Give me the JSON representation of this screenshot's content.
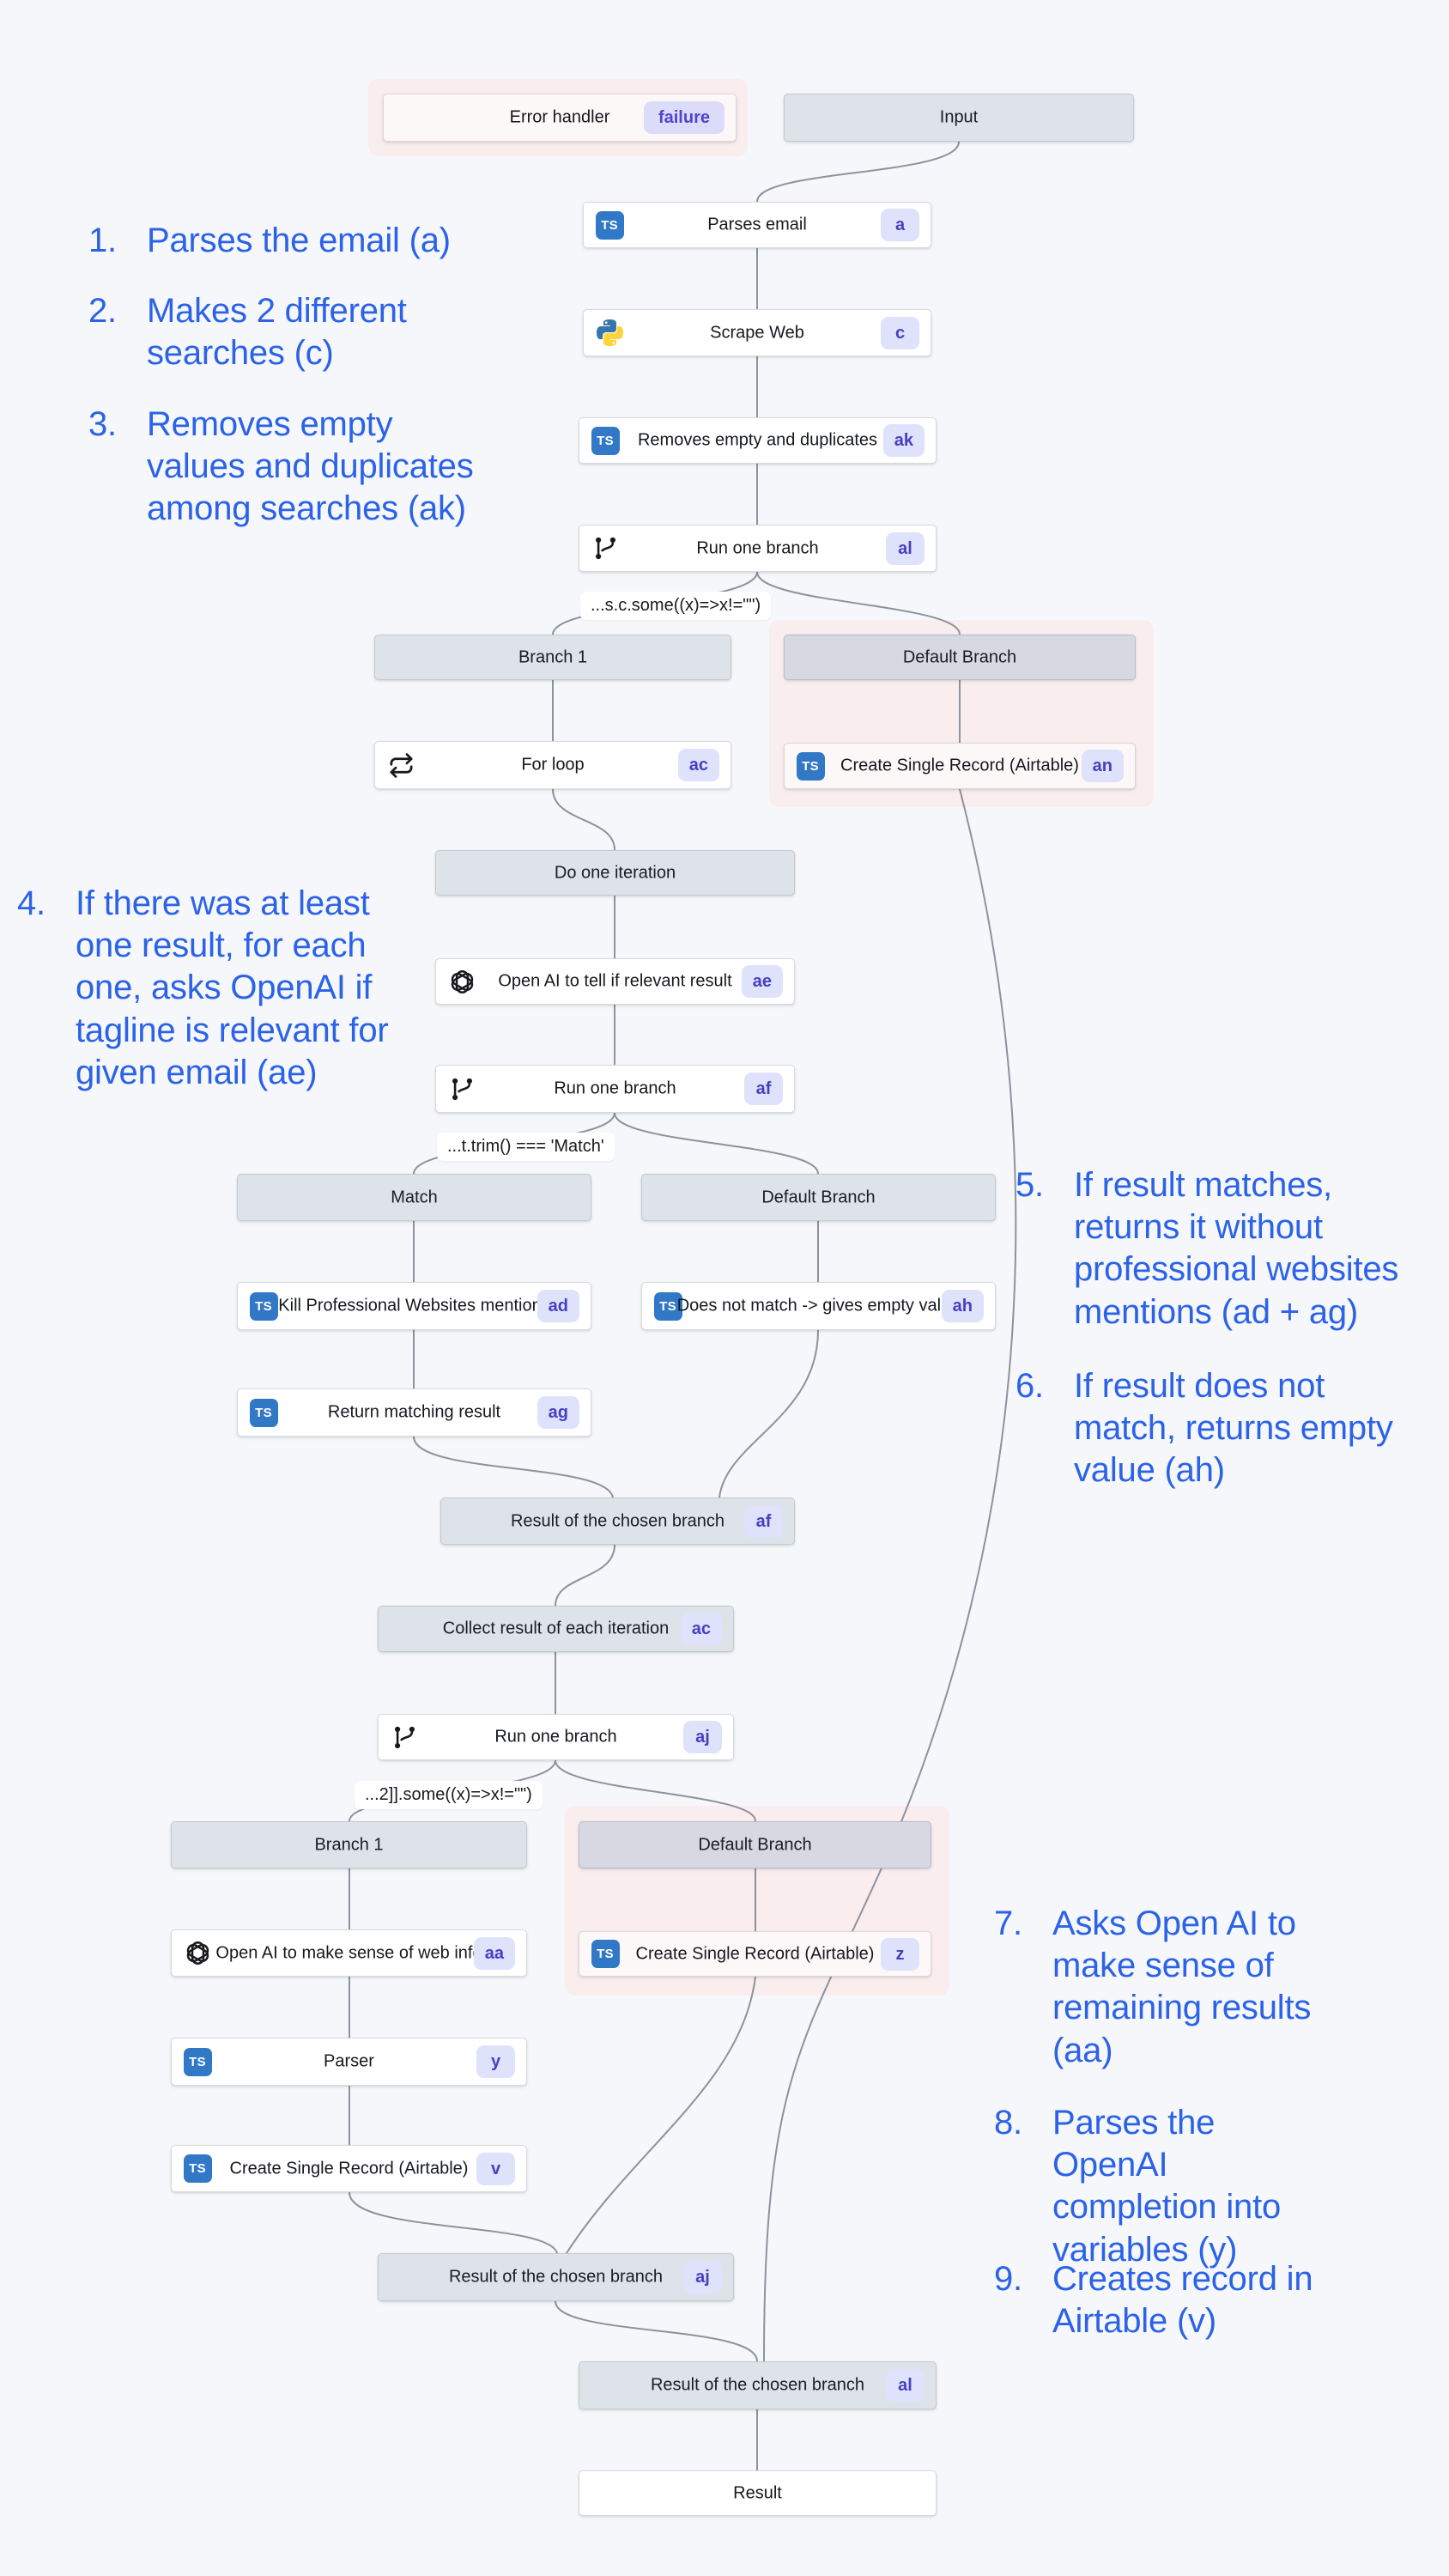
{
  "palette": {
    "background": "#f5f7fa",
    "annotation_blue": "#2b62e8",
    "pink_zone": "#f9edee",
    "header_fill": "#dde3e9",
    "header_fill_default": "#d6d8e2",
    "node_fill": "#ffffff",
    "node_fill_rose": "#fdf8f8",
    "badge_bg": "#dfe2fb",
    "badge_text": "#4540c2",
    "typescript_blue": "#3178c6",
    "edge_gray": "#8d929c"
  },
  "zones": [
    {
      "id": "error-zone"
    },
    {
      "id": "default-branch-zone-top"
    },
    {
      "id": "default-branch-zone-bottom"
    }
  ],
  "nodes": [
    {
      "id": "error-handler",
      "kind": "error",
      "label": "Error handler",
      "badge": "failure",
      "badge_style": "failure"
    },
    {
      "id": "input",
      "kind": "branch-header",
      "label": "Input"
    },
    {
      "id": "parses-email",
      "kind": "step",
      "label": "Parses email",
      "badge": "a",
      "icon": "typescript-icon"
    },
    {
      "id": "scrape-web",
      "kind": "step",
      "label": "Scrape Web",
      "badge": "c",
      "icon": "python-icon"
    },
    {
      "id": "removes-empty",
      "kind": "step",
      "label": "Removes empty and duplicates",
      "badge": "ak",
      "icon": "typescript-icon"
    },
    {
      "id": "run-one-branch-al",
      "kind": "step",
      "label": "Run one branch",
      "badge": "al",
      "icon": "branch-icon"
    },
    {
      "id": "branch1-a",
      "kind": "branch-header",
      "label": "Branch 1"
    },
    {
      "id": "default-branch-a",
      "kind": "branch-header-default",
      "label": "Default Branch"
    },
    {
      "id": "for-loop",
      "kind": "step",
      "label": "For loop",
      "badge": "ac",
      "icon": "loop-icon"
    },
    {
      "id": "create-record-an",
      "kind": "step-rose",
      "label": "Create Single Record (Airtable)",
      "badge": "an",
      "icon": "typescript-icon"
    },
    {
      "id": "do-one-iteration",
      "kind": "branch-header",
      "label": "Do one iteration"
    },
    {
      "id": "openai-ae",
      "kind": "step",
      "label": "Open AI to tell if relevant result",
      "badge": "ae",
      "icon": "openai-icon"
    },
    {
      "id": "run-one-branch-af",
      "kind": "step",
      "label": "Run one branch",
      "badge": "af",
      "icon": "branch-icon"
    },
    {
      "id": "match-header",
      "kind": "branch-header",
      "label": "Match"
    },
    {
      "id": "default-branch-b",
      "kind": "branch-header",
      "label": "Default Branch"
    },
    {
      "id": "kill-professional",
      "kind": "step",
      "label": "Kill Professional Websites mentions",
      "badge": "ad",
      "icon": "typescript-icon"
    },
    {
      "id": "does-not-match",
      "kind": "step",
      "label": "Does not match -> gives empty value",
      "badge": "ah",
      "icon": "typescript-icon"
    },
    {
      "id": "return-matching",
      "kind": "step",
      "label": "Return matching result",
      "badge": "ag",
      "icon": "typescript-icon"
    },
    {
      "id": "result-chosen-af",
      "kind": "branch-header",
      "label": "Result of the chosen branch",
      "badge": "af"
    },
    {
      "id": "collect-result",
      "kind": "branch-header",
      "label": "Collect result of each iteration",
      "badge": "ac"
    },
    {
      "id": "run-one-branch-aj",
      "kind": "step",
      "label": "Run one branch",
      "badge": "aj",
      "icon": "branch-icon"
    },
    {
      "id": "branch1-b",
      "kind": "branch-header",
      "label": "Branch 1"
    },
    {
      "id": "default-branch-c",
      "kind": "branch-header-default",
      "label": "Default Branch"
    },
    {
      "id": "openai-aa",
      "kind": "step",
      "label": "Open AI to make sense of web info",
      "badge": "aa",
      "icon": "openai-icon"
    },
    {
      "id": "create-record-z",
      "kind": "step-rose",
      "label": "Create Single Record (Airtable)",
      "badge": "z",
      "icon": "typescript-icon"
    },
    {
      "id": "parser-y",
      "kind": "step",
      "label": "Parser",
      "badge": "y",
      "icon": "typescript-icon"
    },
    {
      "id": "create-record-v",
      "kind": "step",
      "label": "Create Single Record (Airtable)",
      "badge": "v",
      "icon": "typescript-icon"
    },
    {
      "id": "result-chosen-aj",
      "kind": "branch-header",
      "label": "Result of the chosen branch",
      "badge": "aj"
    },
    {
      "id": "result-chosen-al",
      "kind": "branch-header",
      "label": "Result of the chosen branch",
      "badge": "al"
    },
    {
      "id": "result",
      "kind": "step",
      "label": "Result"
    }
  ],
  "conditions": [
    {
      "id": "cond-1",
      "text": "...s.c.some((x)=>x!=\"\")"
    },
    {
      "id": "cond-2",
      "text": "...t.trim() === 'Match'"
    },
    {
      "id": "cond-3",
      "text": "...2]].some((x)=>x!=\"\")"
    }
  ],
  "annotations": [
    {
      "id": "note-1",
      "num": "1.",
      "text": "Parses the email (a)"
    },
    {
      "id": "note-2",
      "num": "2.",
      "text": "Makes 2 different searches (c)"
    },
    {
      "id": "note-3",
      "num": "3.",
      "text": "Removes empty values and duplicates among searches (ak)"
    },
    {
      "id": "note-4",
      "num": "4.",
      "text": "If there was at least one result, for each one, asks OpenAI if tagline is relevant for given email (ae)"
    },
    {
      "id": "note-5",
      "num": "5.",
      "text": "If result matches, returns it without professional websites mentions (ad + ag)"
    },
    {
      "id": "note-6",
      "num": "6.",
      "text": "If result does not match, returns empty value (ah)"
    },
    {
      "id": "note-7",
      "num": "7.",
      "text": "Asks Open AI to make sense of remaining results (aa)"
    },
    {
      "id": "note-8",
      "num": "8.",
      "text": "Parses the OpenAI completion into variables (y)"
    },
    {
      "id": "note-9",
      "num": "9.",
      "text": "Creates record in Airtable (v)"
    }
  ]
}
